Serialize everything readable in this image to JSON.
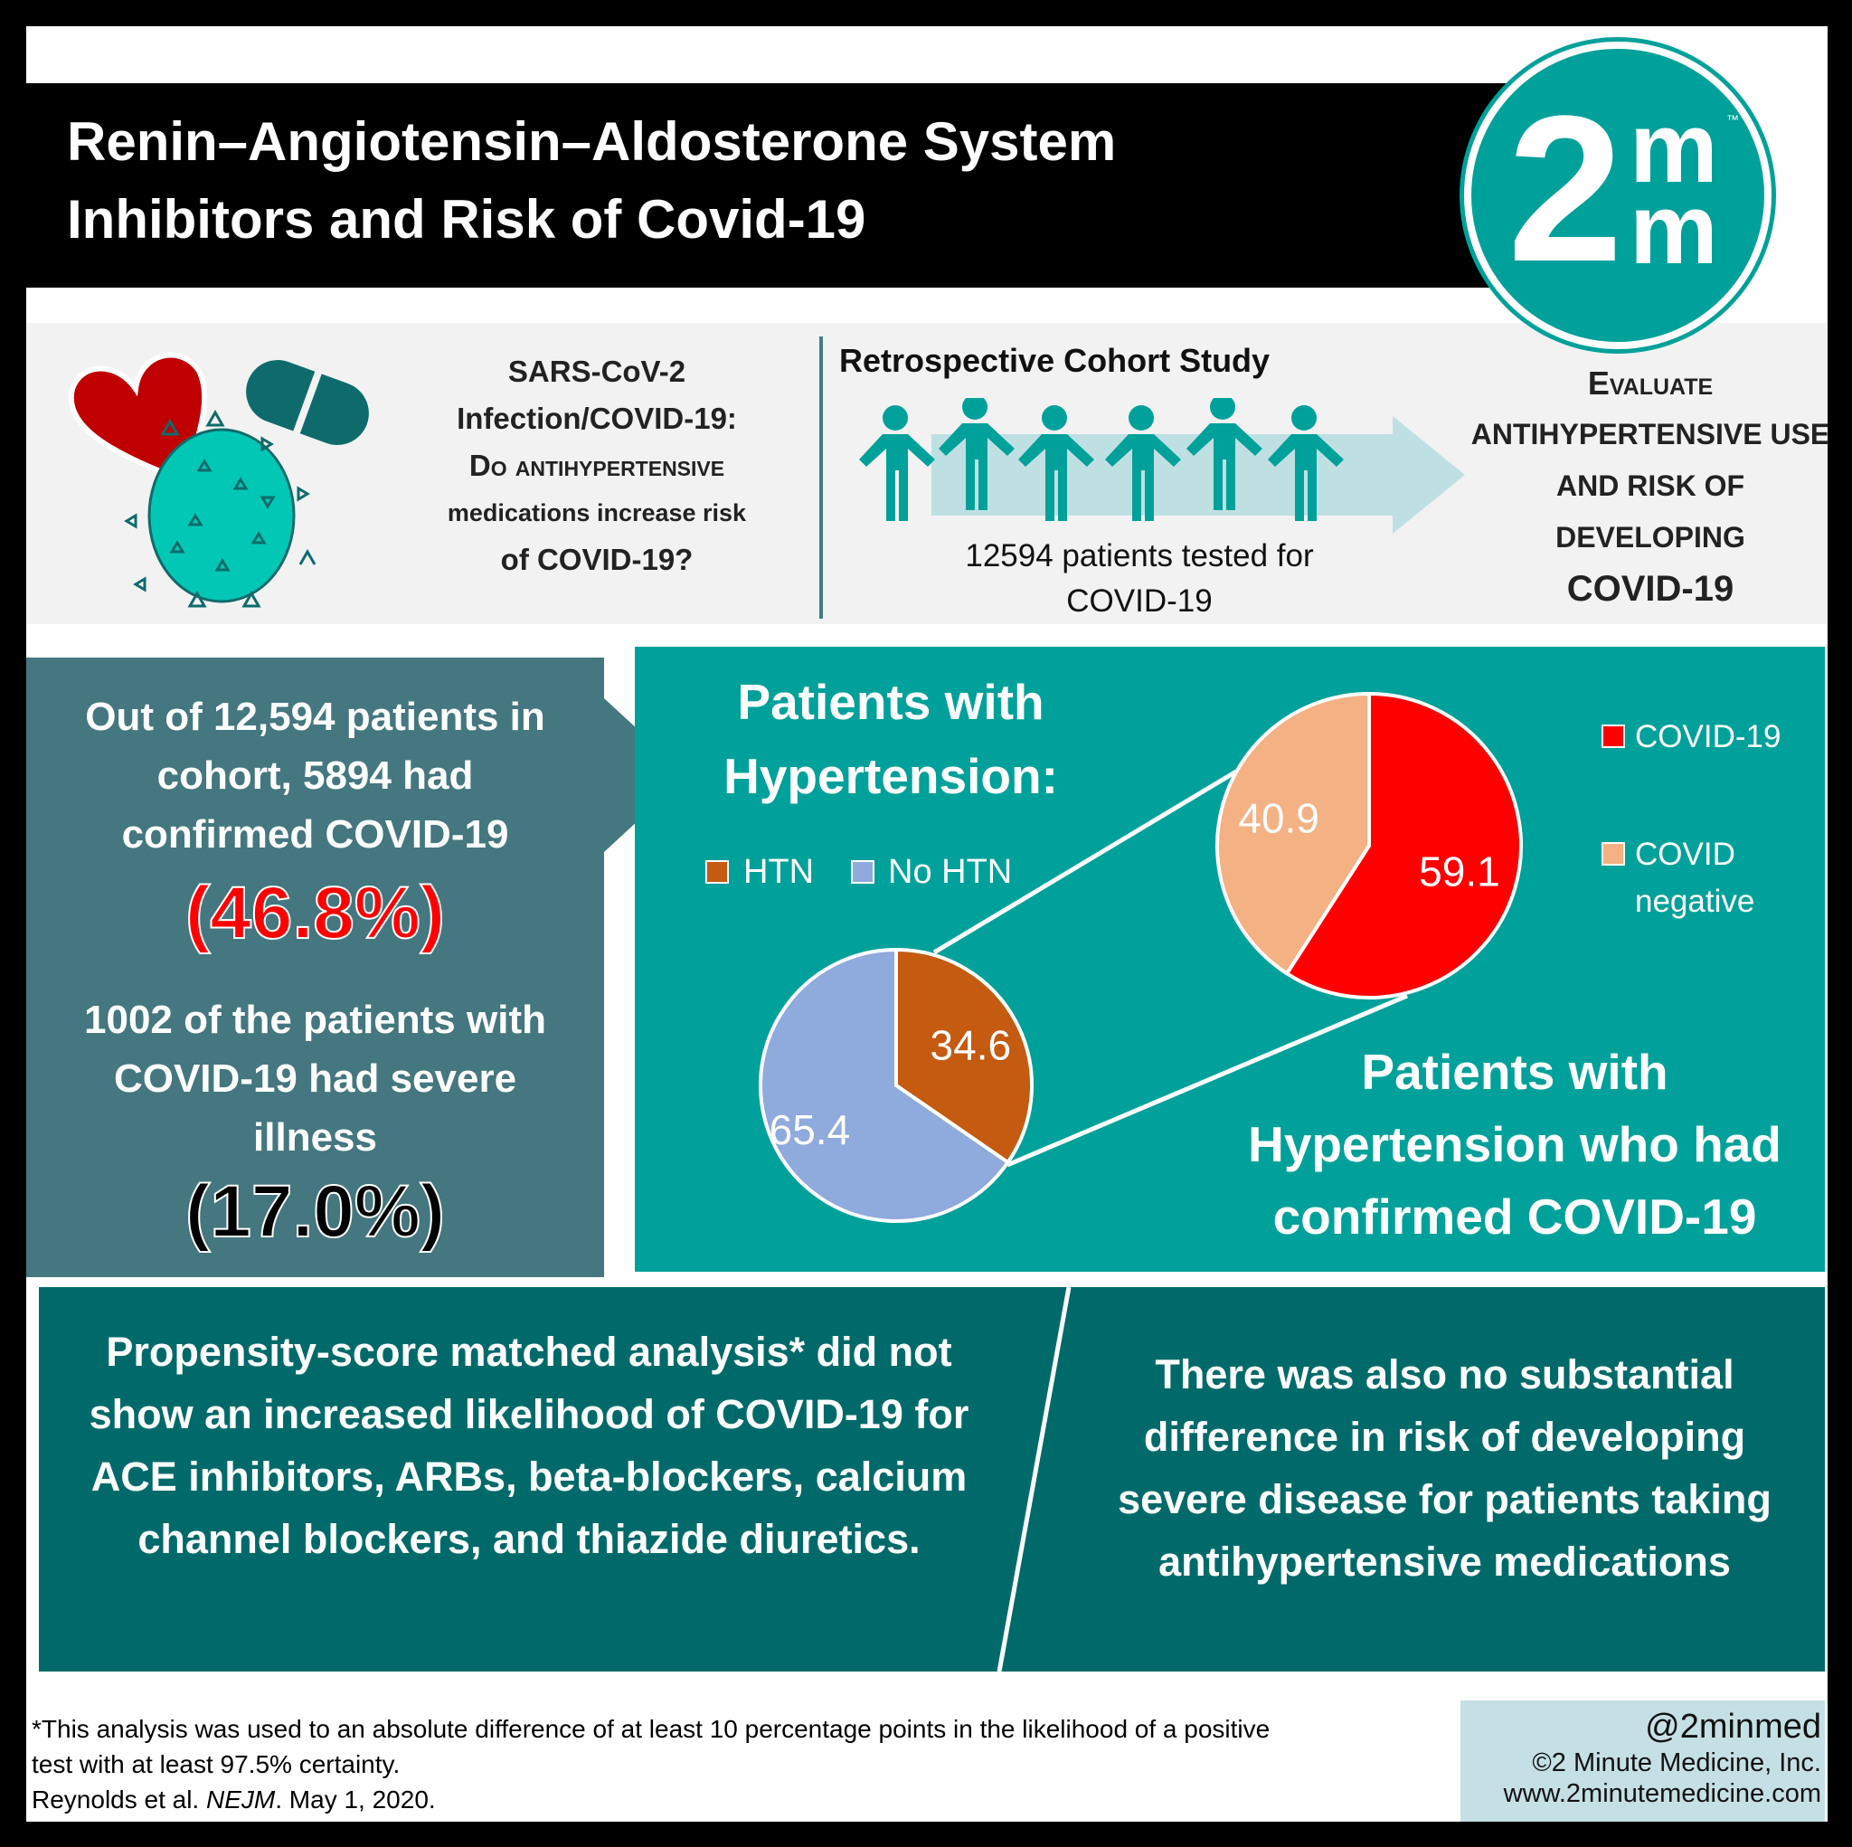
{
  "title": {
    "line1": "Renin–Angiotensin–Aldosterone System",
    "line2": "Inhibitors and Risk of Covid-19"
  },
  "logo": {
    "text": "2mm",
    "tm": "™"
  },
  "question": {
    "line1": "SARS-CoV-2",
    "line2": "Infection/COVID-19:",
    "line3": "Do antihypertensive",
    "line4": "medications increase risk",
    "line5": "of COVID-19?"
  },
  "study": {
    "title": "Retrospective Cohort Study",
    "patients": "12594 patients tested for COVID-19"
  },
  "evaluate": {
    "line1": "Evaluate",
    "line2": "antihypertensive use",
    "line3": "and risk of",
    "line4": "developing",
    "line5": "COVID-19"
  },
  "left": {
    "cohort_text": "Out of 12,594 patients in cohort, 5894 had confirmed COVID-19",
    "cohort_pct": "(46.8%)",
    "severe_text": "1002 of the patients with COVID-19 had severe illness",
    "severe_pct": "(17.0%)"
  },
  "teal": {
    "htn_title": "Patients with Hypertension:",
    "covid_title": "Patients with Hypertension who had confirmed COVID-19"
  },
  "chart_data": [
    {
      "type": "pie",
      "title": "Patients with Hypertension:",
      "categories": [
        "HTN",
        "No HTN"
      ],
      "values": [
        34.6,
        65.4
      ],
      "labels": [
        "34.6",
        "65.4"
      ],
      "colors": [
        "#c55a11",
        "#8faadc"
      ],
      "legend": "top"
    },
    {
      "type": "pie",
      "title": "Patients with Hypertension who had confirmed COVID-19",
      "categories": [
        "COVID-19",
        "COVID negative"
      ],
      "values": [
        59.1,
        40.9
      ],
      "labels": [
        "59.1",
        "40.9"
      ],
      "colors": [
        "#ff0000",
        "#f4b183"
      ],
      "legend": "right"
    }
  ],
  "bottom": {
    "left": "Propensity-score matched analysis* did not show an increased likelihood of COVID-19 for ACE inhibitors, ARBs, beta-blockers, calcium channel blockers, and thiazide diuretics.",
    "right": "There was also no substantial difference in risk of developing severe disease for patients taking antihypertensive medications"
  },
  "footer": {
    "note": "*This analysis was used to an absolute difference of at least 10 percentage points in the likelihood of a positive test with at least 97.5% certainty.",
    "citation_pre": "Reynolds et al. ",
    "journal": "NEJM",
    "citation_post": ". May 1, 2020."
  },
  "credit": {
    "handle": "@2minmed",
    "company": "©2 Minute Medicine, Inc.",
    "url": "www.2minutemedicine.com"
  },
  "colors": {
    "teal": "#00a19a",
    "slate": "#44777f",
    "dark_teal": "#006a6a",
    "red": "#ff0000"
  }
}
